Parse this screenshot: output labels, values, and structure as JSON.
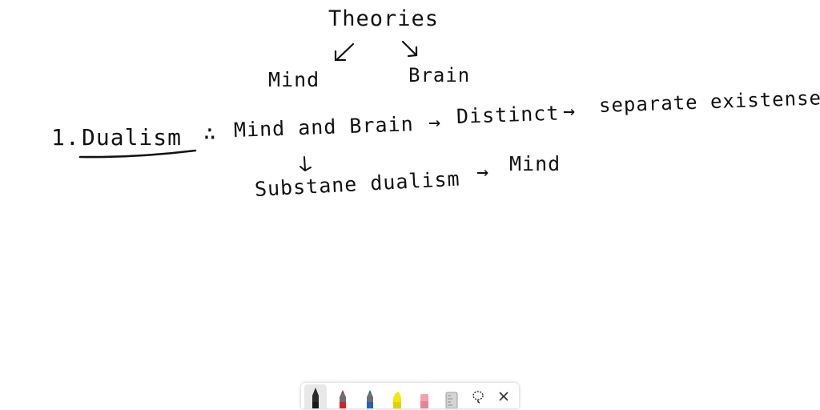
{
  "canvas": {
    "background": "#ffffff",
    "ink_color": "#111111",
    "lines": {
      "theories": "Theories",
      "mind": "Mind",
      "brain": "Brain",
      "item_number": "1.",
      "dualism": "Dualism",
      "therefore": "∴",
      "definition_part1": "Mind and Brain",
      "arrow1": "→",
      "distinct": "Distinct",
      "arrow2": "→",
      "separate_existense": "separate existense.",
      "substane_dualism": "Substane dualism",
      "arrow3": "→",
      "mind2": "Mind"
    }
  },
  "toolbar": {
    "tools": [
      {
        "name": "black pen",
        "color": "#1a1a1a",
        "icon": "pen-icon",
        "selected": true
      },
      {
        "name": "red pen",
        "color": "#d8202a",
        "icon": "pen-icon",
        "selected": false
      },
      {
        "name": "blue pen",
        "color": "#1f63c6",
        "icon": "pen-icon",
        "selected": false
      },
      {
        "name": "yellow highlighter",
        "color": "#f3e600",
        "icon": "highlighter-icon",
        "selected": false
      },
      {
        "name": "pink eraser",
        "color": "#f2a0b0",
        "icon": "eraser-icon",
        "selected": false
      },
      {
        "name": "ruler",
        "color": "#bdbdbd",
        "icon": "ruler-icon",
        "selected": false
      }
    ],
    "actions": [
      {
        "name": "lasso",
        "icon": "lasso-icon",
        "glyph": "⟲"
      },
      {
        "name": "close",
        "icon": "close-icon",
        "glyph": "✕"
      }
    ]
  }
}
